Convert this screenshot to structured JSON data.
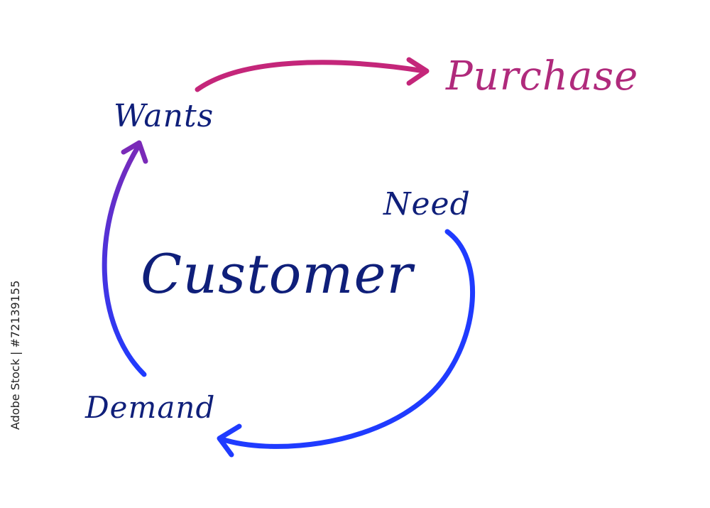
{
  "labels": {
    "customer": "Customer",
    "purchase": "Purchase",
    "wants": "Wants",
    "need": "Need",
    "demand": "Demand"
  },
  "credit": "Adobe Stock | #72139155",
  "colors": {
    "text_dark": "#0f1f7a",
    "text_purchase": "#b02a7c",
    "arrow_magenta": "#c4267a",
    "arrow_purple": "#7a2ab8",
    "arrow_blue": "#1f3bff",
    "background": "#ffffff"
  },
  "diagram": {
    "type": "cycle",
    "cycle_order": [
      "need",
      "demand",
      "wants"
    ],
    "exit_to": "purchase"
  }
}
